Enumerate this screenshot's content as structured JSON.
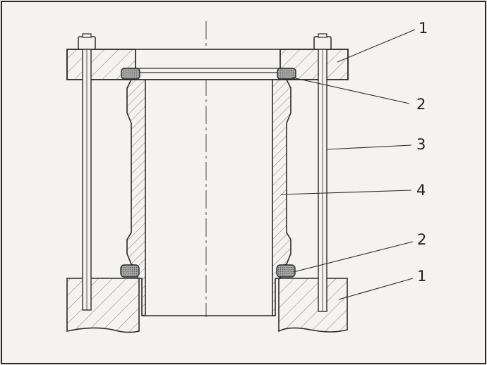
{
  "figure": {
    "callouts": [
      {
        "id": "flange-top",
        "label": "1"
      },
      {
        "id": "seal-top",
        "label": "2"
      },
      {
        "id": "tie-rod",
        "label": "3"
      },
      {
        "id": "liner",
        "label": "4"
      },
      {
        "id": "seal-bottom",
        "label": "2"
      },
      {
        "id": "block",
        "label": "1"
      }
    ],
    "colors": {
      "ink": "#2b2b2b",
      "hatch": "#6f6f6f",
      "seal_fill": "#9a9a9a",
      "background": "#f4f3ef"
    }
  }
}
